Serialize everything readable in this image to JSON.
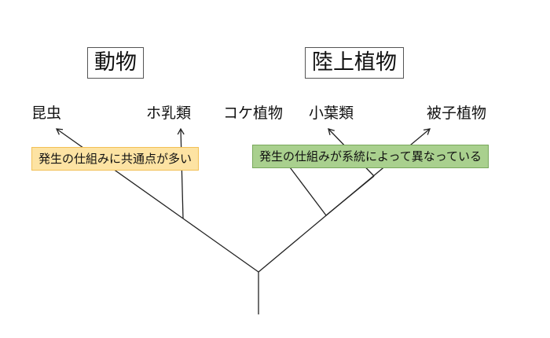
{
  "groups": {
    "animals": "動物",
    "land_plants": "陸上植物"
  },
  "leaves": {
    "insects": "昆虫",
    "mammals": "ホ乳類",
    "mosses": "コケ植物",
    "microphylls": "小葉類",
    "angiosperms": "被子植物"
  },
  "notes": {
    "animals": "発生の仕組みに共通点が多い",
    "plants": "発生の仕組みが系統によって異なっている"
  },
  "colors": {
    "animals_note_fill": "#fde3a3",
    "plants_note_fill": "#a9d08e",
    "line": "#222222"
  }
}
